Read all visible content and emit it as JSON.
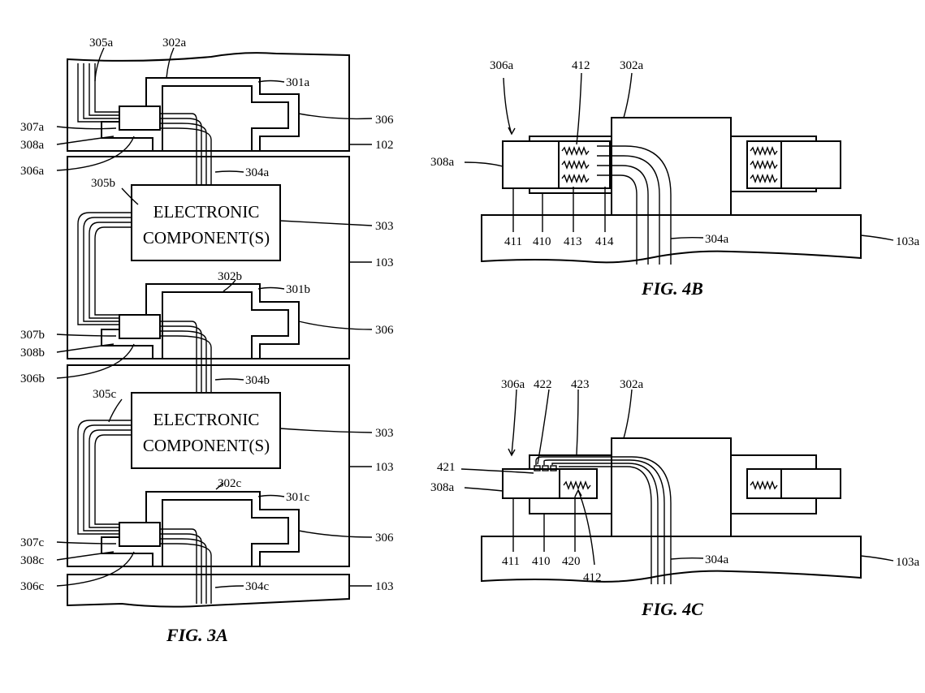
{
  "fig3a": {
    "caption": "FIG. 3A",
    "component_texts": [
      [
        "ELECTRONIC",
        "COMPONENT(S)"
      ],
      [
        "ELECTRONIC",
        "COMPONENT(S)"
      ]
    ],
    "labels": {
      "l305a": "305a",
      "l302a": "302a",
      "l301a": "301a",
      "l306_1": "306",
      "l307a": "307a",
      "l308a": "308a",
      "l102": "102",
      "l306a": "306a",
      "l304a": "304a",
      "l305b": "305b",
      "l303_1": "303",
      "l103_1": "103",
      "l302b": "302b",
      "l301b": "301b",
      "l306_2": "306",
      "l307b": "307b",
      "l308b": "308b",
      "l306b": "306b",
      "l304b": "304b",
      "l305c": "305c",
      "l303_2": "303",
      "l103_2": "103",
      "l302c": "302c",
      "l301c": "301c",
      "l306_3": "306",
      "l307c": "307c",
      "l308c": "308c",
      "l306c": "306c",
      "l304c": "304c",
      "l103_3": "103"
    }
  },
  "fig4b": {
    "caption": "FIG. 4B",
    "labels": {
      "l306a": "306a",
      "l412": "412",
      "l302a": "302a",
      "l308a": "308a",
      "l411": "411",
      "l410": "410",
      "l413": "413",
      "l414": "414",
      "l304a": "304a",
      "l103a": "103a"
    }
  },
  "fig4c": {
    "caption": "FIG. 4C",
    "labels": {
      "l306a": "306a",
      "l422": "422",
      "l423": "423",
      "l302a": "302a",
      "l421": "421",
      "l308a": "308a",
      "l411": "411",
      "l410": "410",
      "l420": "420",
      "l412": "412",
      "l304a": "304a",
      "l103a": "103a"
    }
  }
}
